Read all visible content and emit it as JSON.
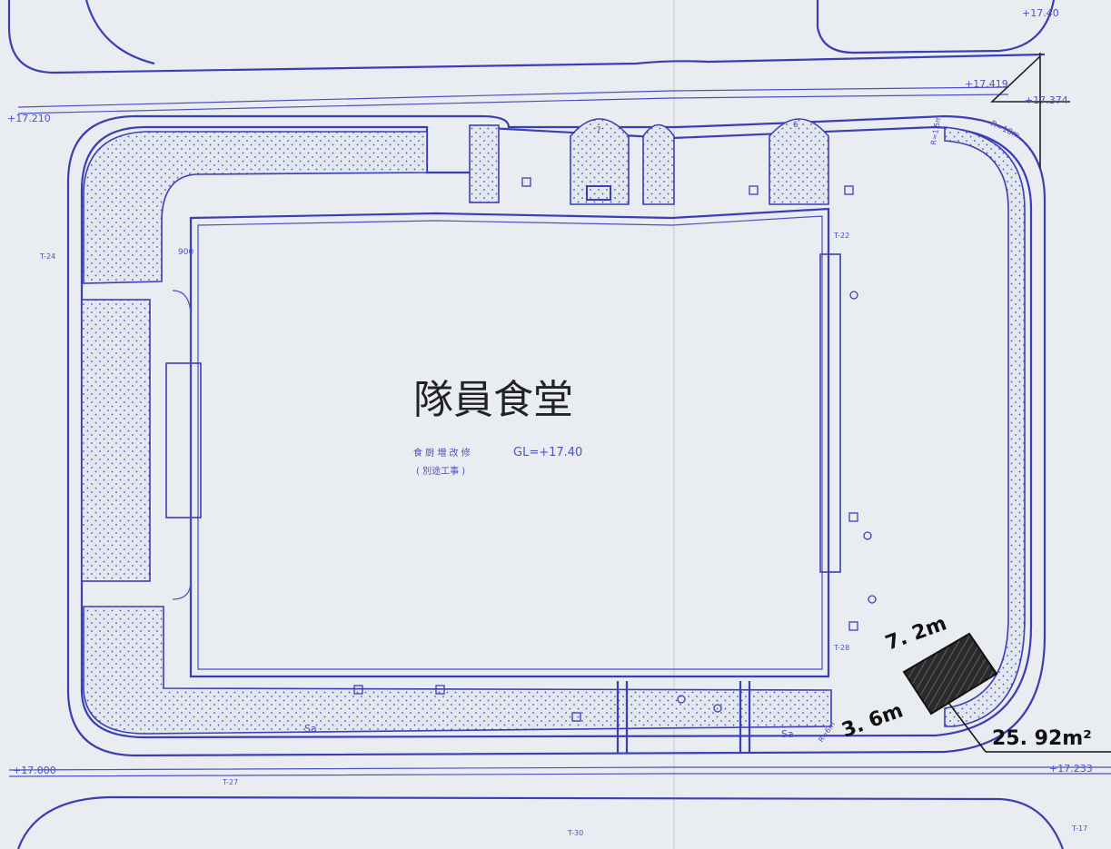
{
  "building": {
    "name": "隊員食堂",
    "note": "食 厨 増 改 修",
    "gl": "GL=+17.40",
    "separate": "( 別途工事 )"
  },
  "levels": {
    "top_right": "+17.40",
    "l1": "+17.419",
    "l2": "+17.374",
    "left": "+17.210",
    "bottom_left": "+17.000",
    "bottom_right": "+17.233"
  },
  "marker": {
    "side_top": "7. 2m",
    "side_left": "3. 6m",
    "area": "25. 92m²"
  },
  "labels": {
    "radius_10m": "R=10m",
    "radius_15m": "R=1.5m",
    "radius_6m": "R=6m",
    "t22": "T-22",
    "t28": "T-28",
    "t24": "T-24",
    "t27": "T-27",
    "t30": "T-30",
    "t17": "T-17",
    "sa": "Sa",
    "lbl_900": "900",
    "no7": "7",
    "no6": "6"
  },
  "colors": {
    "paper": "#e9ecf0",
    "ink": "#3b3fb6",
    "marker_fill": "#2a2a2a"
  }
}
